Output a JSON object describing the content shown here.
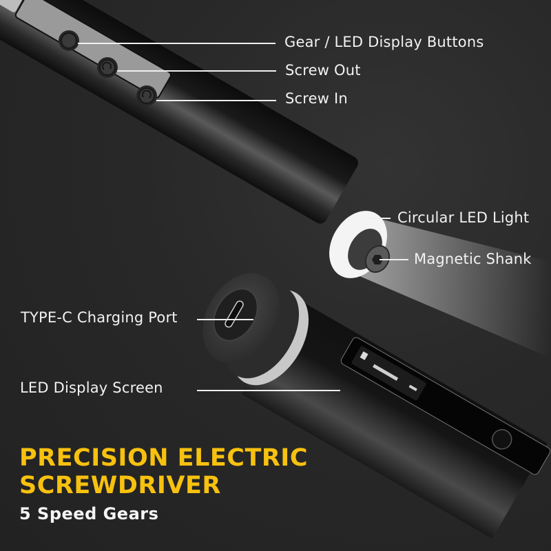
{
  "callouts": {
    "gear_led_buttons": "Gear / LED Display Buttons",
    "screw_out": "Screw Out",
    "screw_in": "Screw In",
    "circular_led_light": "Circular LED Light",
    "magnetic_shank": "Magnetic Shank",
    "type_c_port": "TYPE-C Charging Port",
    "led_display_screen": "LED Display Screen"
  },
  "headline": {
    "line1": "PRECISION ELECTRIC",
    "line2": "SCREWDRIVER",
    "subtitle": "5 Speed Gears"
  },
  "colors": {
    "background": "#262626",
    "accent_yellow": "#f7c10f",
    "text_white": "#f2f2f2"
  }
}
